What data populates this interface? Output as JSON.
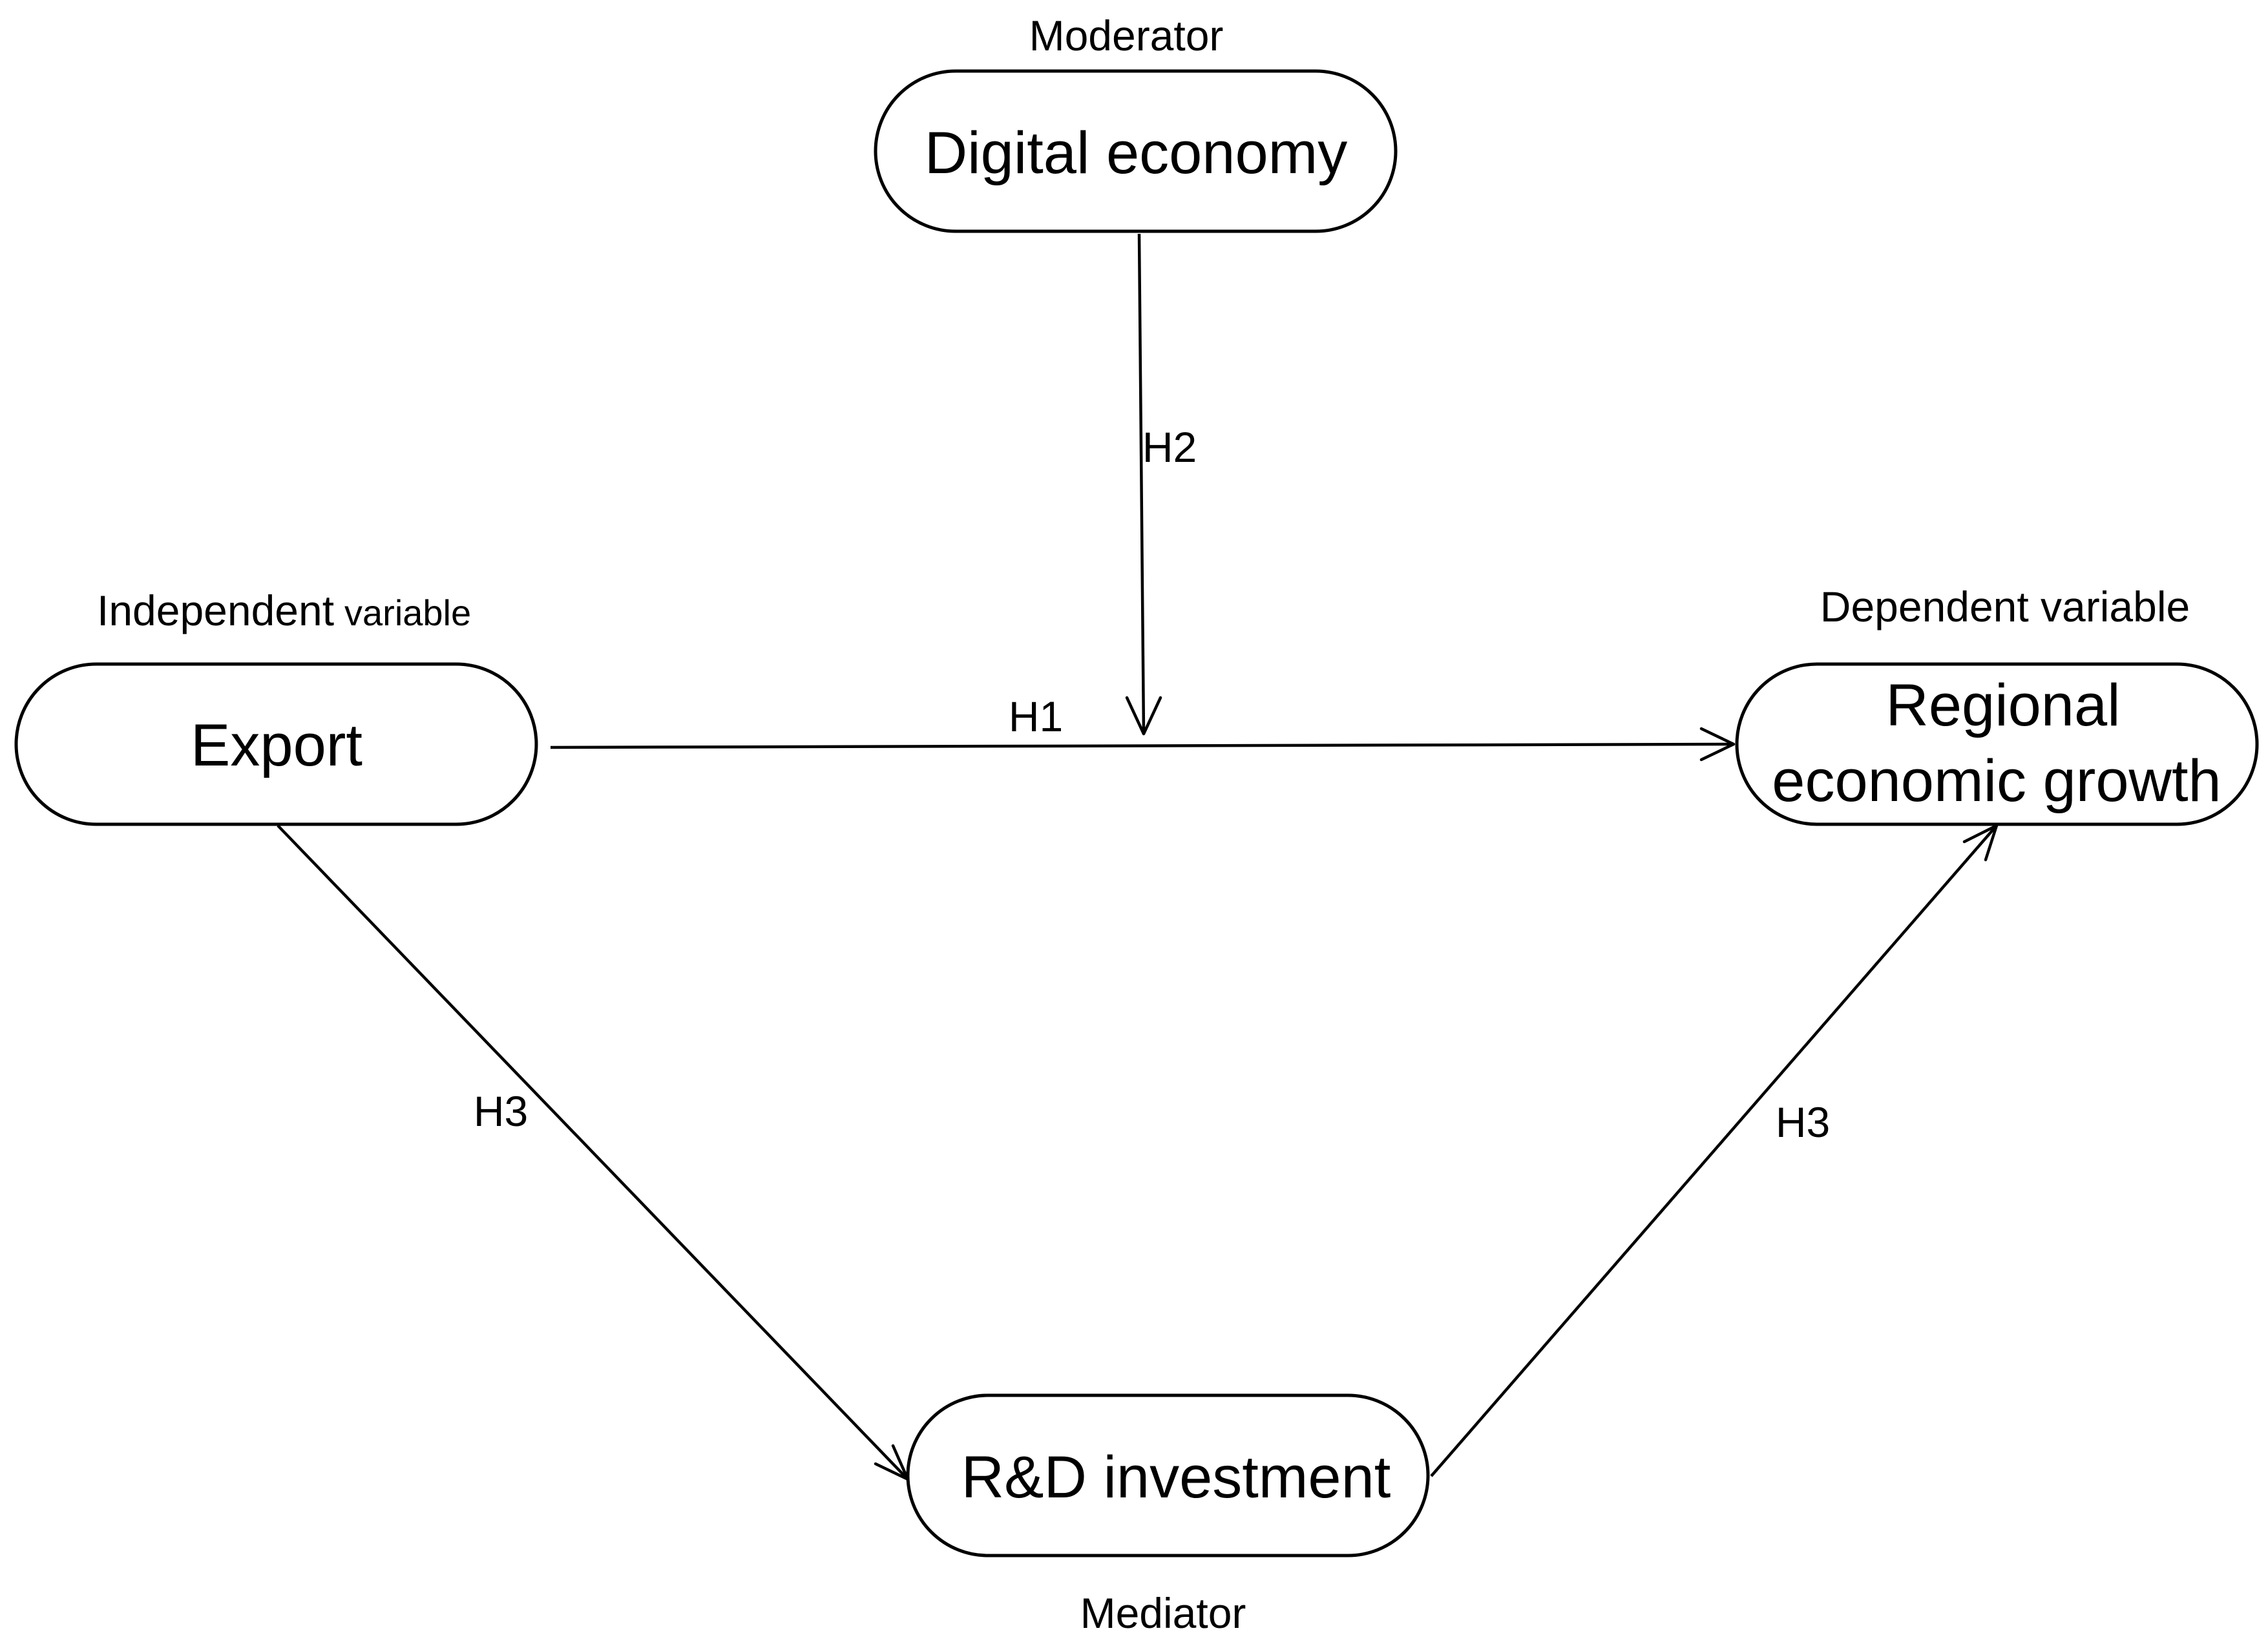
{
  "nodes": {
    "digital_economy": {
      "role": "Moderator",
      "label": "Digital economy"
    },
    "export": {
      "role_main": "Independent",
      "role_suffix": "variable",
      "label": "Export"
    },
    "regional_growth": {
      "role": "Dependent variable",
      "label_line1": "Regional",
      "label_line2": "economic growth"
    },
    "rd_investment": {
      "role": "Mediator",
      "label": "R&D investment"
    }
  },
  "edges": {
    "export_to_growth": {
      "label": "H1"
    },
    "digital_to_link": {
      "label": "H2"
    },
    "export_to_rd": {
      "label": "H3"
    },
    "rd_to_growth": {
      "label": "H3"
    }
  },
  "colors": {
    "stroke": "#000000",
    "background": "#ffffff"
  }
}
